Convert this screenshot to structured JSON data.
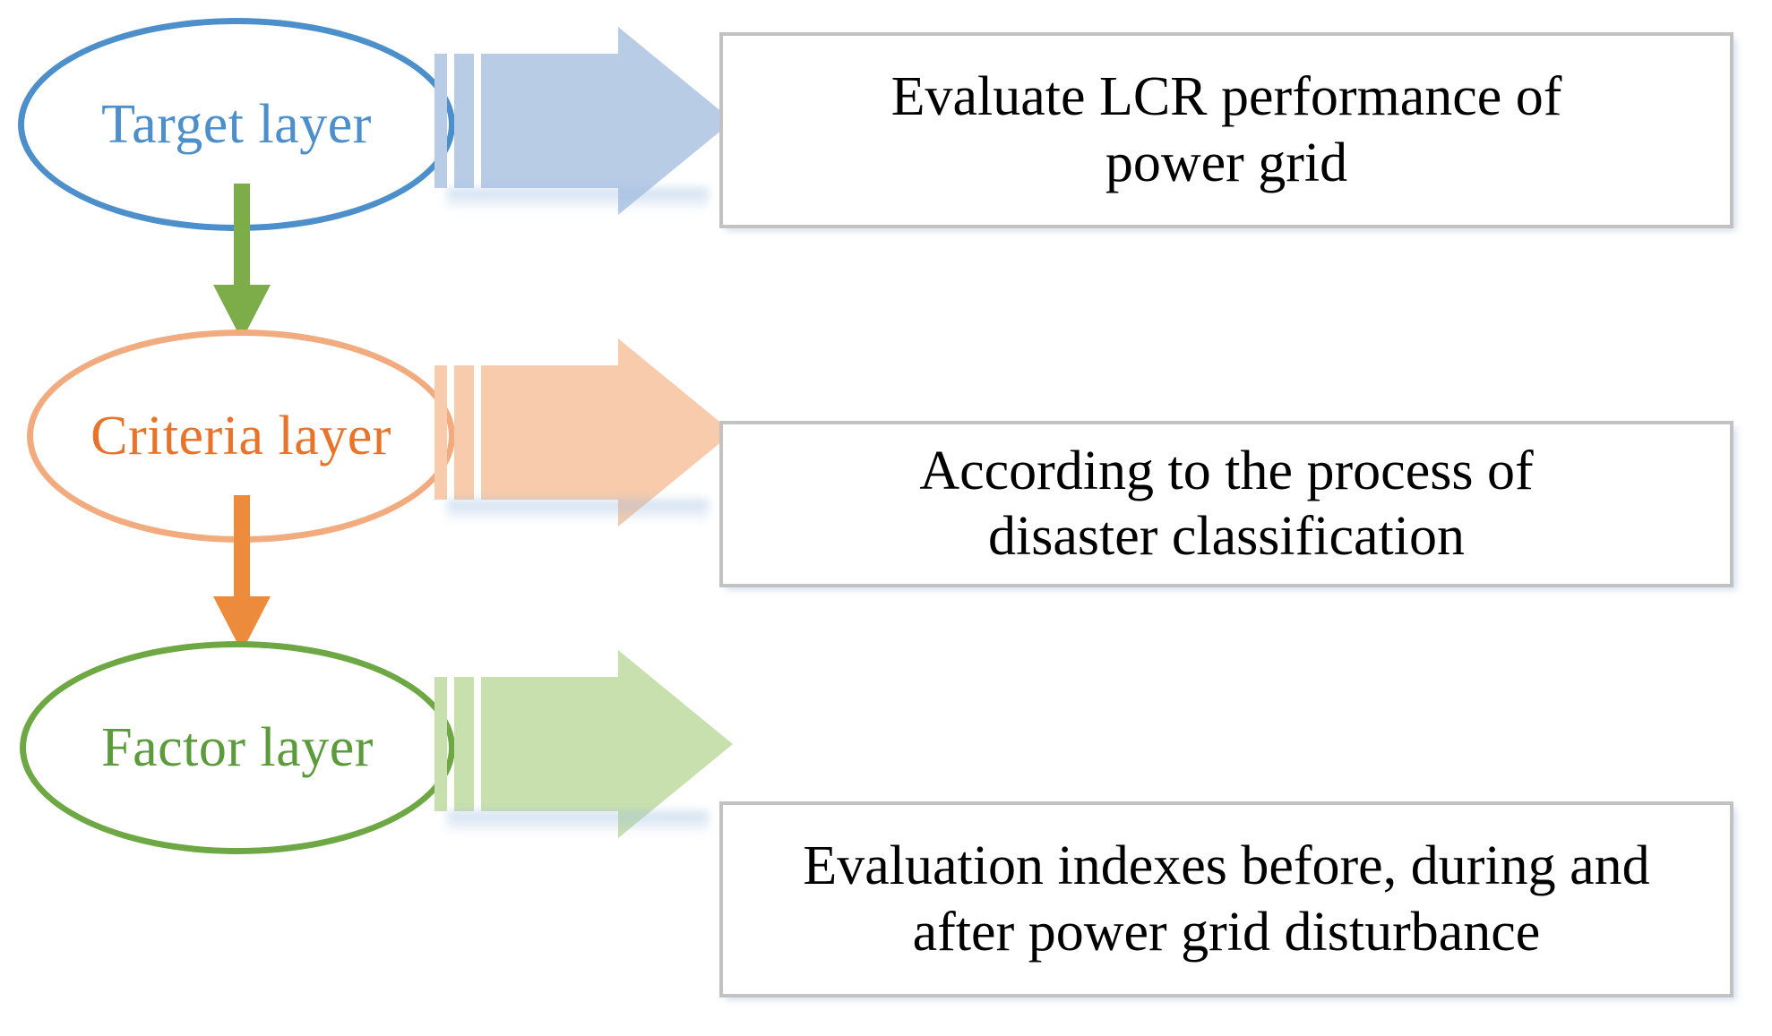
{
  "diagram": {
    "title": "LCR performance evaluation hierarchy",
    "type": "three-layer-flow",
    "colors": {
      "target_stroke": "#4D8FCB",
      "target_text": "#4D8FCB",
      "target_banner": "#B8CCE6",
      "criteria_stroke": "#F2AB7E",
      "criteria_text": "#E8732A",
      "criteria_banner": "#F7CBAB",
      "factor_stroke": "#6EA844",
      "factor_text": "#5C9B3C",
      "factor_banner": "#C8E0AE",
      "connector_green": "#7DAD48",
      "connector_orange": "#ED8B3C",
      "box_border": "#C2C2C2",
      "box_text": "#000000",
      "background": "#FFFFFF"
    },
    "layers": [
      {
        "id": "target",
        "node_label": "Target layer",
        "description": "Evaluate LCR performance of\npower grid"
      },
      {
        "id": "criteria",
        "node_label": "Criteria layer",
        "description": "According to the process of\ndisaster classification"
      },
      {
        "id": "factor",
        "node_label": "Factor layer",
        "description": "Evaluation indexes before, during and\nafter power grid disturbance"
      }
    ],
    "connectors": [
      {
        "id": "target-to-criteria",
        "from": "Target layer",
        "to": "Criteria layer",
        "direction": "down",
        "color": "#7DAD48"
      },
      {
        "id": "criteria-to-factor",
        "from": "Criteria layer",
        "to": "Factor layer",
        "direction": "down",
        "color": "#ED8B3C"
      }
    ],
    "banner_arrows": [
      {
        "id": "target-banner",
        "from": "Target layer",
        "to": "Evaluate LCR performance of power grid",
        "direction": "right",
        "color": "#B8CCE6"
      },
      {
        "id": "criteria-banner",
        "from": "Criteria layer",
        "to": "According to the process of disaster classification",
        "direction": "right",
        "color": "#F7CBAB"
      },
      {
        "id": "factor-banner",
        "from": "Factor layer",
        "to": "Evaluation indexes before, during and after power grid disturbance",
        "direction": "right",
        "color": "#C8E0AE"
      }
    ]
  }
}
